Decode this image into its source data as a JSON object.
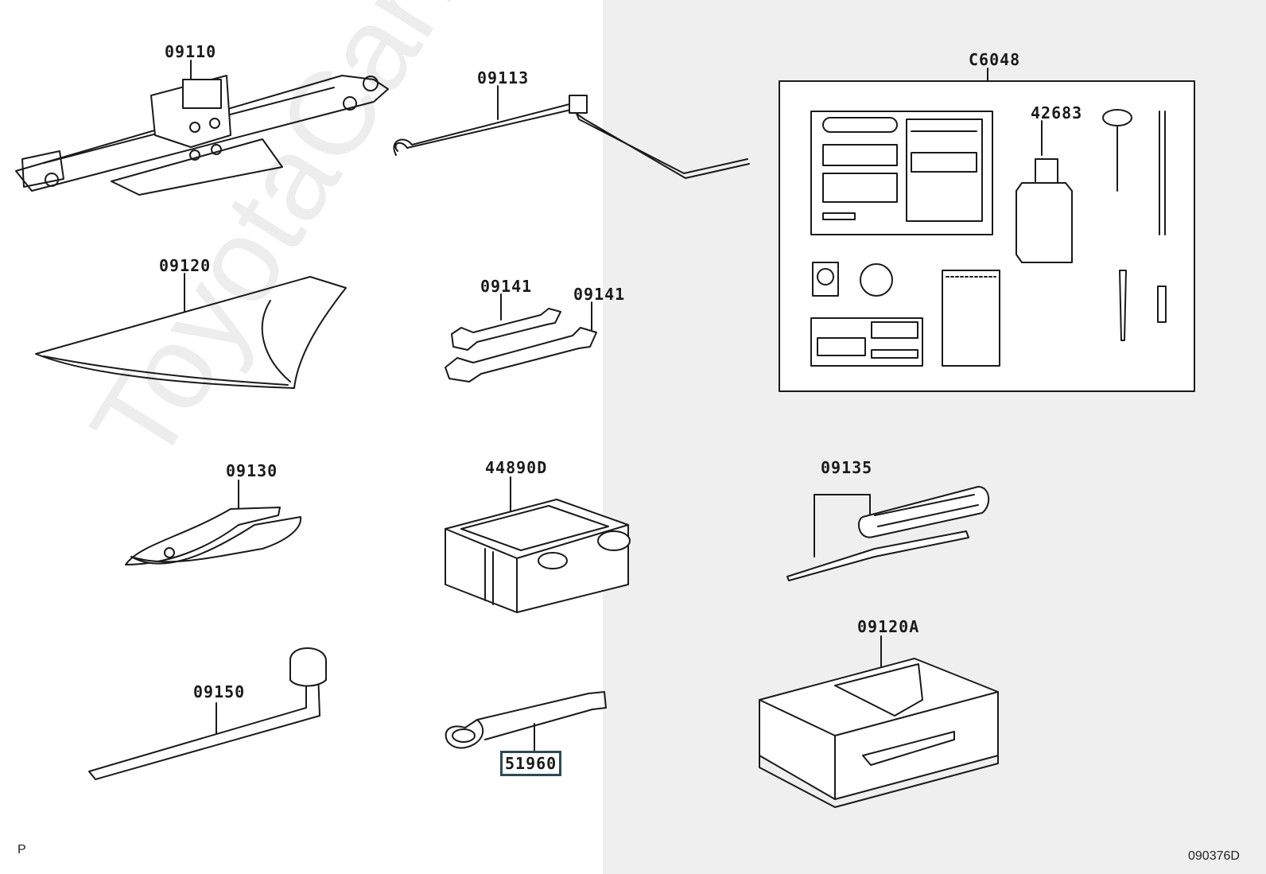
{
  "parts": {
    "jack": "09110",
    "jack_handle": "09113",
    "tool_bag": "09120",
    "wrench_a": "09141",
    "wrench_b": "09141",
    "pliers": "09130",
    "compressor": "44890D",
    "screwdriver": "09135",
    "lug_wrench": "09150",
    "tow_hook": "51960",
    "tool_case": "09120A",
    "repair_kit": "C6048",
    "sealant": "42683"
  },
  "footer": {
    "left_mark": "P",
    "diagram_code": "090376D"
  },
  "watermark": "ToyotaCarMine.ru",
  "colors": {
    "highlight_border": "#2f4a55",
    "right_panel": "#efefef",
    "line": "#1a1a1a"
  }
}
